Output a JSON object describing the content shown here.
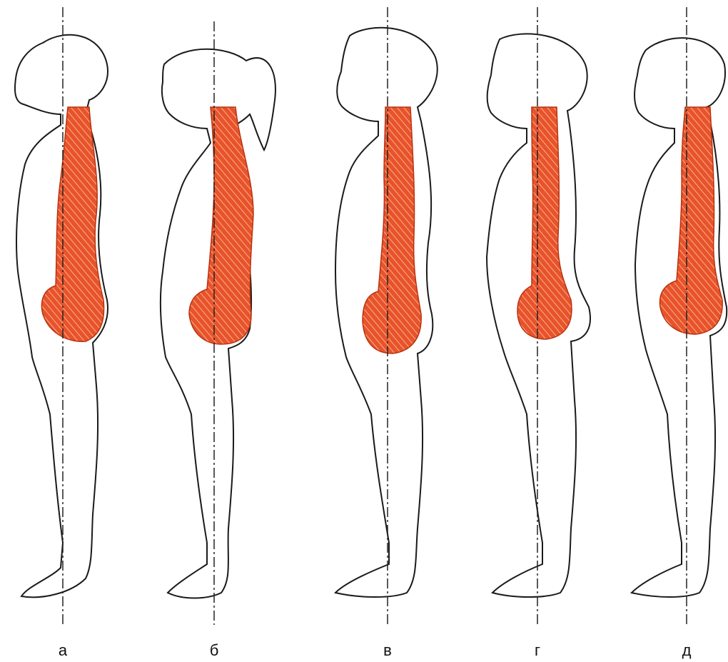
{
  "figures": [
    {
      "label": "а"
    },
    {
      "label": "б"
    },
    {
      "label": "в"
    },
    {
      "label": "г"
    },
    {
      "label": "д"
    }
  ],
  "colors": {
    "outline": "#1a1a1a",
    "spine_fill": "#e8532c",
    "spine_hatch": "#f7b08a",
    "plumb_line": "#222222",
    "background": "#ffffff"
  }
}
